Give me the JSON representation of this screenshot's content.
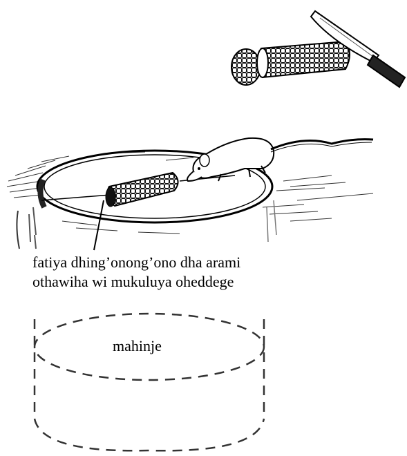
{
  "caption": {
    "line1": "fatiya dhing’onong’ono dha arami",
    "line2": "othawiha wi mukuluya oheddege"
  },
  "container_label": "mahinje",
  "icons": [
    "knife-icon",
    "corn-cob-icon",
    "corn-slice-icon",
    "rat-icon",
    "bait-on-wire-icon",
    "bucket-outline-icon"
  ]
}
